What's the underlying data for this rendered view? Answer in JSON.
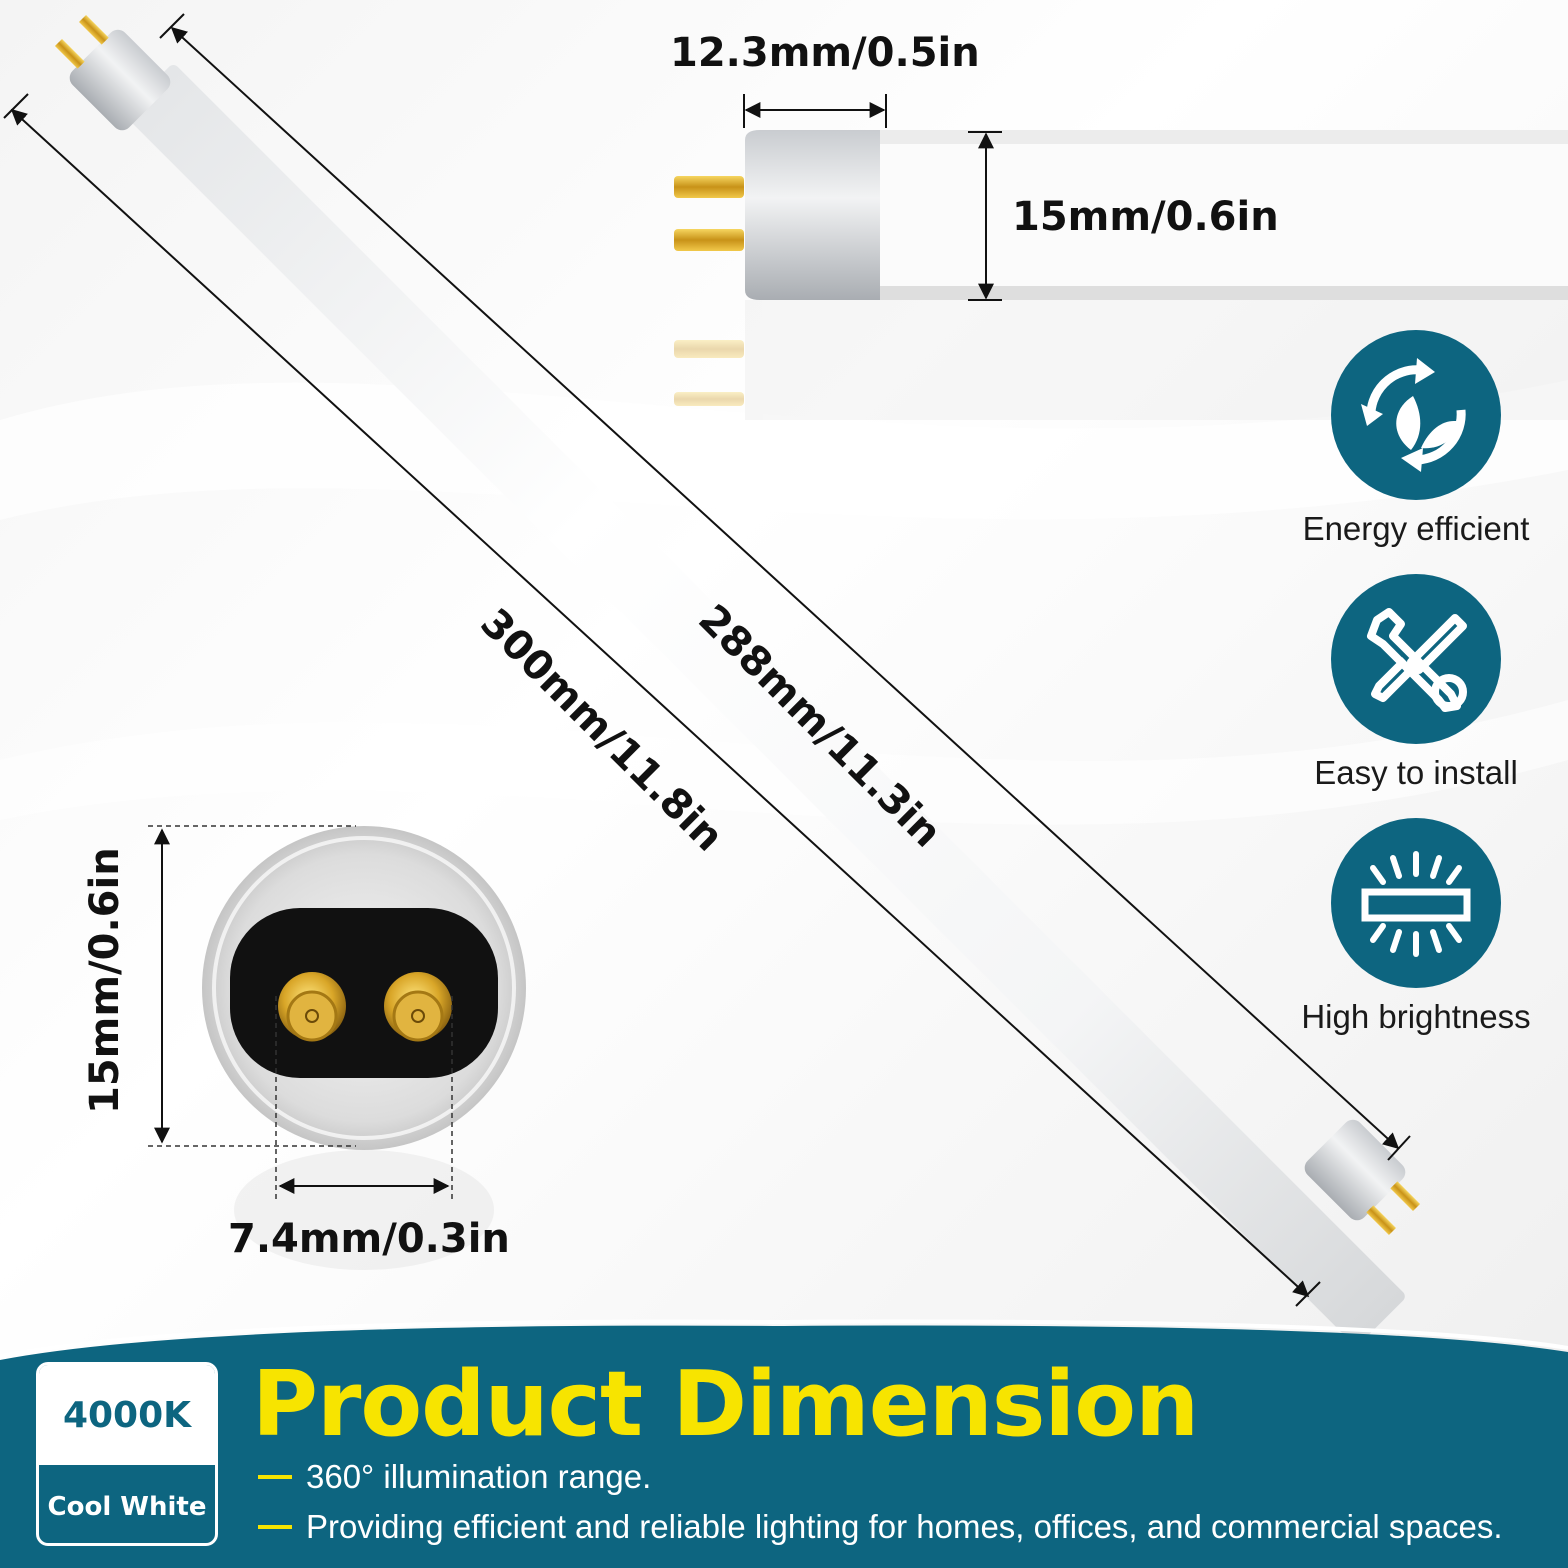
{
  "dimensions": {
    "top_width": "12.3mm/0.5in",
    "top_height": "15mm/0.6in",
    "length_inner": "288mm/11.3in",
    "length_outer": "300mm/11.8in",
    "end_height": "15mm/0.6in",
    "pin_spacing": "7.4mm/0.3in"
  },
  "features": [
    {
      "label": "Energy efficient",
      "icon": "recycle-leaf-icon"
    },
    {
      "label": "Easy to install",
      "icon": "wrench-screwdriver-icon"
    },
    {
      "label": "High brightness",
      "icon": "light-tube-icon"
    }
  ],
  "badge": {
    "temperature": "4000K",
    "color_name": "Cool White"
  },
  "headline": "Product Dimension",
  "bullets": [
    "360° illumination range.",
    "Providing efficient and reliable lighting for homes, offices, and commercial spaces."
  ],
  "colors": {
    "accent": "#0d6580",
    "headline": "#f7e400",
    "pins": "#d4a520"
  }
}
